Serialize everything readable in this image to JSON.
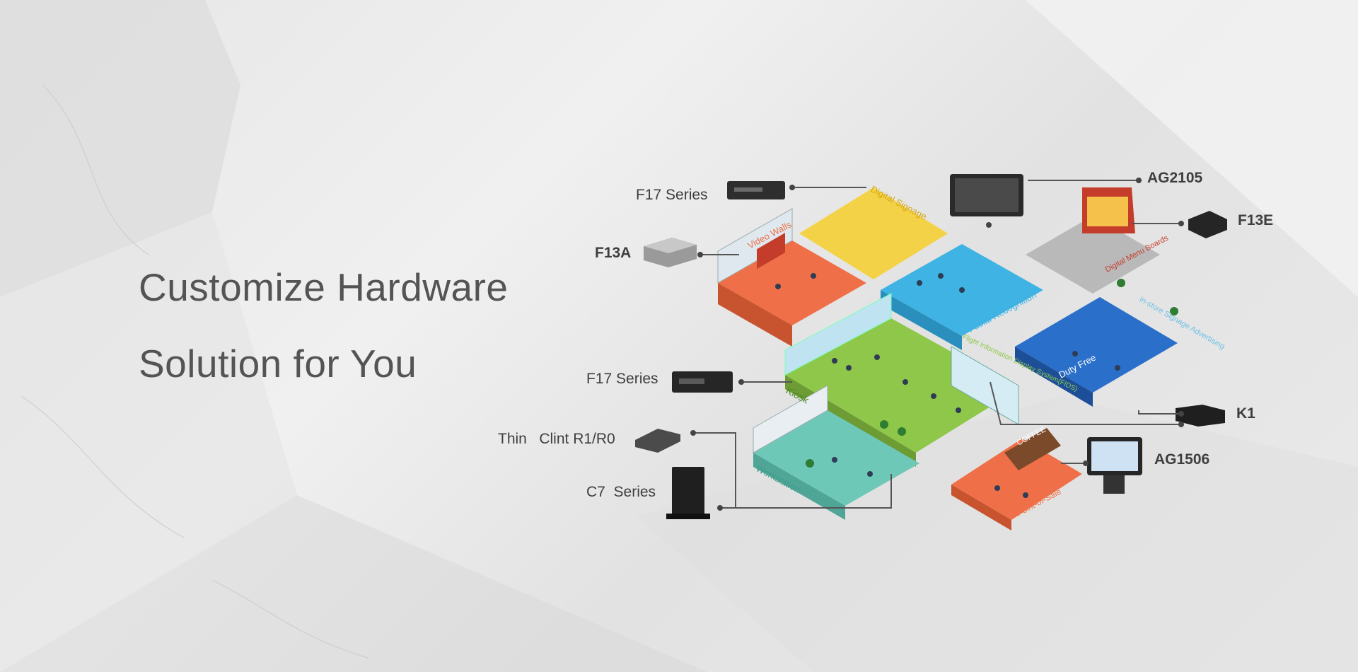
{
  "hero": {
    "line1": "Customize Hardware",
    "line2": "Solution for You"
  },
  "products": {
    "f17_top": "F17 Series",
    "f13a": "F13A",
    "f17_mid": "F17 Series",
    "thin_client": "Thin   Clint R1/R0",
    "c7": "C7  Series",
    "ag2105": "AG2105",
    "f13e": "F13E",
    "k1": "K1",
    "ag1506": "AG1506"
  },
  "zones": {
    "digital_signage": "Digital Signage",
    "video_walls": "Video Walls",
    "facial_recognition": "Facial Recognition",
    "digital_menu_boards": "Digital Menu Boards",
    "in_store_signage": "In-store Signage Advertising",
    "duty_free": "Duty Free",
    "fids": "Flight Information Display System(FIDS)",
    "kiosk": "Kiosk",
    "workstation": "Workstation",
    "point_of_sale": "Point-of-Sale",
    "coffee": "COFFEE"
  },
  "colors": {
    "orange": "#ef7048",
    "yellow": "#f4d247",
    "blue": "#3fb3e3",
    "green": "#8fc74a",
    "teal": "#6ec8b8",
    "navy": "#2a6fc9",
    "gray": "#b9b9b9",
    "connector": "#555555"
  }
}
